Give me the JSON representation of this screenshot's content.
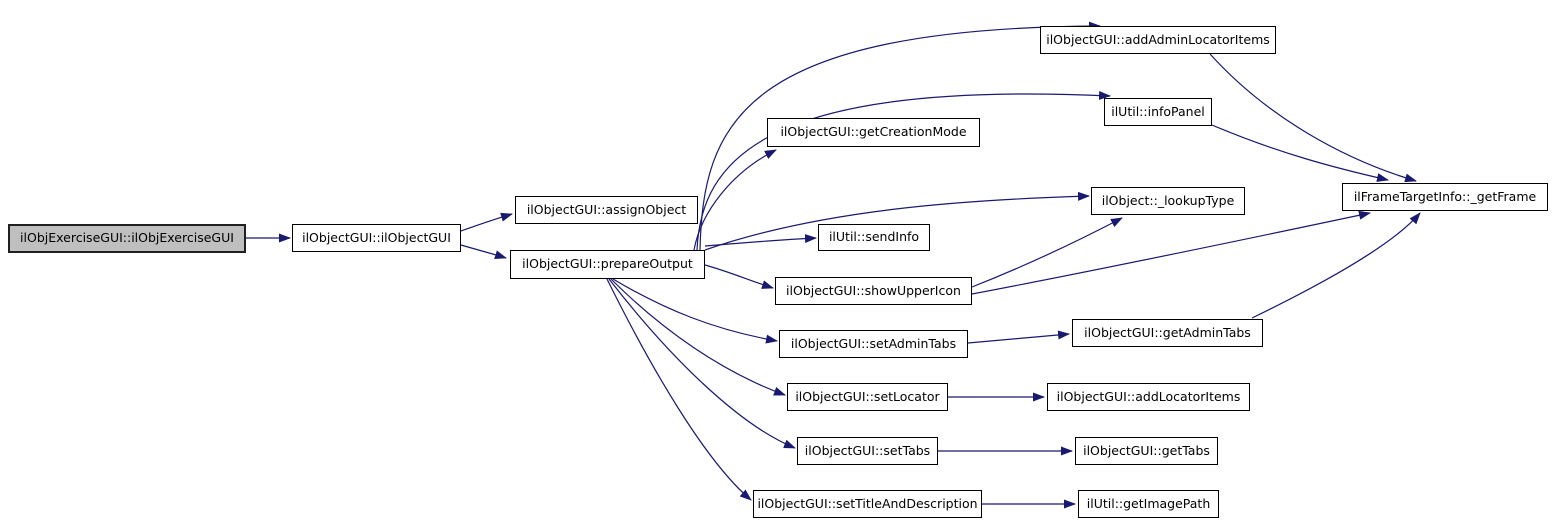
{
  "diagram": {
    "type": "call-graph",
    "background_color": "#ffffff",
    "edge_color": "#191970",
    "node_fill_color": "#ffffff",
    "node_border_color": "#000000",
    "start_node_fill_color": "#bfbfbf",
    "nodes": [
      {
        "id": "ilObjExerciseGUI",
        "label": "ilObjExerciseGUI::ilObjExerciseGUI",
        "highlighted": true
      },
      {
        "id": "ilObjectGUI",
        "label": "ilObjectGUI::ilObjectGUI",
        "highlighted": false
      },
      {
        "id": "assignObject",
        "label": "ilObjectGUI::assignObject",
        "highlighted": false
      },
      {
        "id": "prepareOutput",
        "label": "ilObjectGUI::prepareOutput",
        "highlighted": false
      },
      {
        "id": "addAdminLocatorItems",
        "label": "ilObjectGUI::addAdminLocatorItems",
        "highlighted": false
      },
      {
        "id": "infoPanel",
        "label": "ilUtil::infoPanel",
        "highlighted": false
      },
      {
        "id": "getCreationMode",
        "label": "ilObjectGUI::getCreationMode",
        "highlighted": false
      },
      {
        "id": "lookupType",
        "label": "ilObject::_lookupType",
        "highlighted": false
      },
      {
        "id": "sendInfo",
        "label": "ilUtil::sendInfo",
        "highlighted": false
      },
      {
        "id": "showUpperIcon",
        "label": "ilObjectGUI::showUpperIcon",
        "highlighted": false
      },
      {
        "id": "setAdminTabs",
        "label": "ilObjectGUI::setAdminTabs",
        "highlighted": false
      },
      {
        "id": "getAdminTabs",
        "label": "ilObjectGUI::getAdminTabs",
        "highlighted": false
      },
      {
        "id": "setLocator",
        "label": "ilObjectGUI::setLocator",
        "highlighted": false
      },
      {
        "id": "addLocatorItems",
        "label": "ilObjectGUI::addLocatorItems",
        "highlighted": false
      },
      {
        "id": "setTabs",
        "label": "ilObjectGUI::setTabs",
        "highlighted": false
      },
      {
        "id": "getTabs",
        "label": "ilObjectGUI::getTabs",
        "highlighted": false
      },
      {
        "id": "setTitleAndDescription",
        "label": "ilObjectGUI::setTitleAndDescription",
        "highlighted": false
      },
      {
        "id": "getImagePath",
        "label": "ilUtil::getImagePath",
        "highlighted": false
      },
      {
        "id": "getFrame",
        "label": "ilFrameTargetInfo::_getFrame",
        "highlighted": false
      }
    ],
    "edges": [
      {
        "from": "ilObjExerciseGUI",
        "to": "ilObjectGUI"
      },
      {
        "from": "ilObjectGUI",
        "to": "assignObject"
      },
      {
        "from": "ilObjectGUI",
        "to": "prepareOutput"
      },
      {
        "from": "prepareOutput",
        "to": "addAdminLocatorItems"
      },
      {
        "from": "prepareOutput",
        "to": "infoPanel"
      },
      {
        "from": "prepareOutput",
        "to": "getCreationMode"
      },
      {
        "from": "prepareOutput",
        "to": "lookupType"
      },
      {
        "from": "prepareOutput",
        "to": "sendInfo"
      },
      {
        "from": "prepareOutput",
        "to": "showUpperIcon"
      },
      {
        "from": "prepareOutput",
        "to": "setAdminTabs"
      },
      {
        "from": "prepareOutput",
        "to": "setLocator"
      },
      {
        "from": "prepareOutput",
        "to": "setTabs"
      },
      {
        "from": "prepareOutput",
        "to": "setTitleAndDescription"
      },
      {
        "from": "showUpperIcon",
        "to": "lookupType"
      },
      {
        "from": "showUpperIcon",
        "to": "getFrame"
      },
      {
        "from": "setAdminTabs",
        "to": "getAdminTabs"
      },
      {
        "from": "setLocator",
        "to": "addLocatorItems"
      },
      {
        "from": "setTabs",
        "to": "getTabs"
      },
      {
        "from": "setTitleAndDescription",
        "to": "getImagePath"
      },
      {
        "from": "addAdminLocatorItems",
        "to": "getFrame"
      },
      {
        "from": "infoPanel",
        "to": "getFrame"
      },
      {
        "from": "getAdminTabs",
        "to": "getFrame"
      }
    ]
  }
}
